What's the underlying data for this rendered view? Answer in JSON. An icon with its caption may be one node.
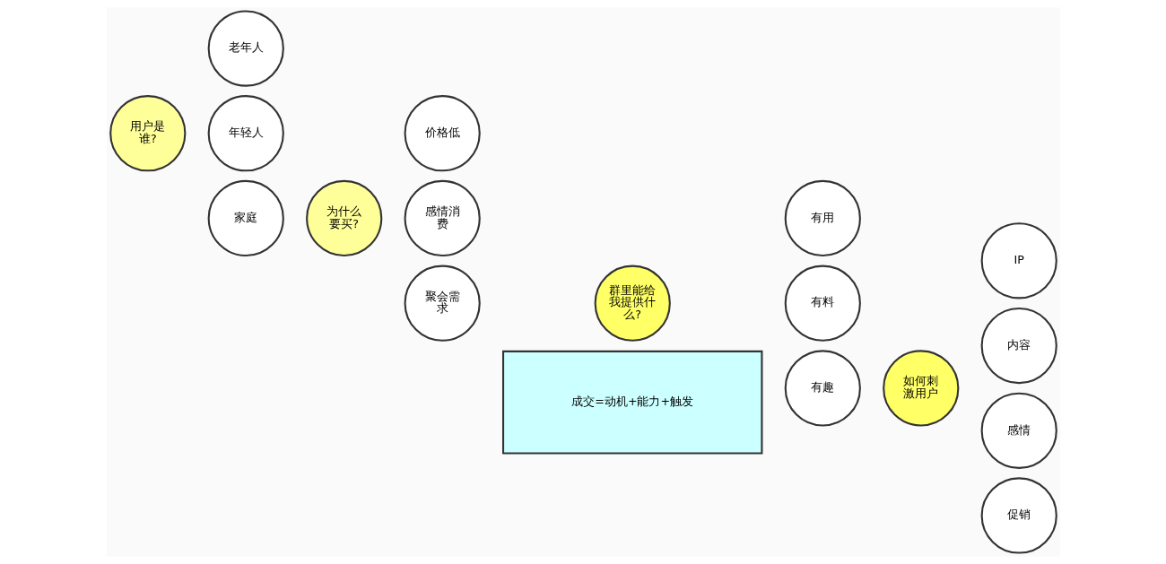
{
  "diagram": {
    "nodes": [
      {
        "text": [
          "老年人"
        ]
      },
      {
        "text": [
          "用户是谁?"
        ]
      },
      {
        "text": [
          "年轻人"
        ]
      },
      {
        "text": [
          "家庭"
        ]
      },
      {
        "text": [
          "价格低"
        ]
      },
      {
        "text": [
          "为什么要买?"
        ]
      },
      {
        "text": [
          "感情消费"
        ]
      },
      {
        "text": [
          "聚会需求"
        ]
      },
      {
        "text": [
          "有用"
        ]
      },
      {
        "text": [
          "群里能给我提供什么?"
        ]
      },
      {
        "text": [
          "有料"
        ]
      },
      {
        "text": [
          "有趣"
        ]
      },
      {
        "text": [
          "IP"
        ]
      },
      {
        "text": [
          "如何刺激用户"
        ]
      },
      {
        "text": [
          "内容"
        ]
      },
      {
        "text": [
          "感情"
        ]
      },
      {
        "text": [
          "促销"
        ]
      },
      {
        "text": [
          "成交=动机+能力+触发"
        ]
      }
    ]
  }
}
